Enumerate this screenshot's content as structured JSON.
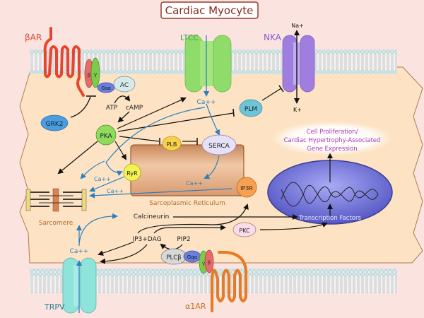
{
  "title": "Cardiac Myocyte",
  "colors": {
    "background": "#fbe4e0",
    "cytoplasm": "#fde3c4",
    "membrane_head": "#cfe4e6",
    "beta_ar": "#e8452c",
    "alpha1_ar": "#e87a22",
    "ltcc": "#8fdc6a",
    "nka": "#a07ee0",
    "trpv": "#8ee3da",
    "ca_blue": "#2a7fc0",
    "purple_text": "#a33bc4",
    "nucleus": "#6d6fd6"
  },
  "receptors": {
    "beta_ar": "βAR",
    "alpha1_ar": "α1AR"
  },
  "channels": {
    "ltcc": "LTCC",
    "nka": "NKA",
    "trpv": "TRPV"
  },
  "ions": {
    "na": "Na+",
    "k": "K+",
    "ca": "Ca++"
  },
  "proteins": {
    "beta": "β",
    "gamma": "γ",
    "gs_alpha": "Gsα",
    "ac": "AC",
    "grk2": "GRK2",
    "atp": "ATP",
    "camp": "cAMP",
    "pka": "PKA",
    "plm": "PLM",
    "plb": "PLB",
    "serca": "SERCA",
    "ryr": "RyR",
    "ip3r": "IP3R",
    "calcineurin": "Calcineurin",
    "ip3_dag": "IP3+DAG",
    "pip2": "PIP2",
    "plc_beta": "PLCβ",
    "gq_alpha": "Gqα",
    "pkc": "PKC"
  },
  "structures": {
    "sarcomere": "Sarcomere",
    "sr": "Sarcoplasmic Reticulum",
    "transcription_factors": "Transcription Factors"
  },
  "outcome": {
    "line1": "Cell Proliferation/",
    "line2": "Cardiac Hypertrophy-Associated",
    "line3": "Gene Expression"
  }
}
